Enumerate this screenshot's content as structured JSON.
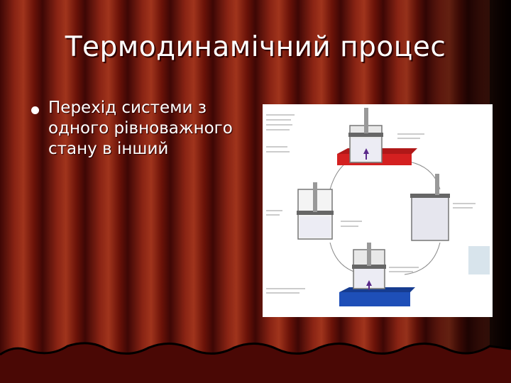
{
  "slide": {
    "title": "Термодинамічний процес",
    "bullets": [
      "Перехід системи з одного рівноважного стану в інший"
    ]
  },
  "colors": {
    "curtain_dark": "#3a0604",
    "curtain_mid": "#7a1a10",
    "curtain_light": "#9a2a18",
    "text": "#ffffff",
    "hot_plate": "#d42020",
    "cold_plate": "#1e4fb8"
  },
  "figure": {
    "description_icon": "piston-cycle-diagram"
  }
}
